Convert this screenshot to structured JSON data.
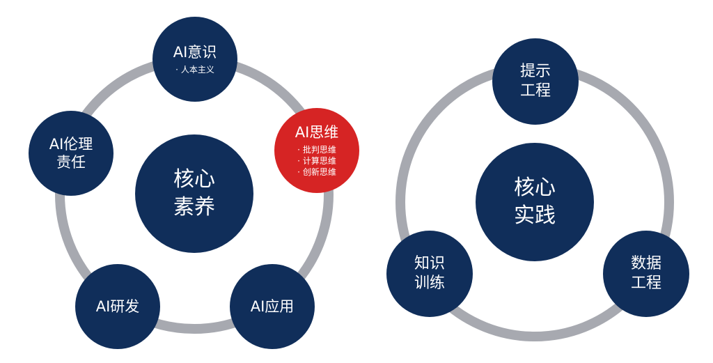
{
  "colors": {
    "node": "#102e5a",
    "highlight": "#d62424",
    "ring": "#a7a9b0"
  },
  "left": {
    "center": "核心\n素养",
    "nodes": [
      {
        "id": "ai-awareness",
        "title": "AI意识",
        "subs": [
          "人本主义"
        ]
      },
      {
        "id": "ai-thinking",
        "title": "AI思维",
        "subs": [
          "批判思维",
          "计算思维",
          "创新思维"
        ],
        "highlight": true
      },
      {
        "id": "ai-application",
        "title": "AI应用",
        "subs": []
      },
      {
        "id": "ai-rd",
        "title": "AI研发",
        "subs": []
      },
      {
        "id": "ai-ethics",
        "title": "AI伦理\n责任",
        "subs": []
      }
    ]
  },
  "right": {
    "center": "核心\n实践",
    "nodes": [
      {
        "id": "prompt-engineering",
        "title": "提示\n工程"
      },
      {
        "id": "data-engineering",
        "title": "数据\n工程"
      },
      {
        "id": "knowledge-training",
        "title": "知识\n训练"
      }
    ]
  }
}
